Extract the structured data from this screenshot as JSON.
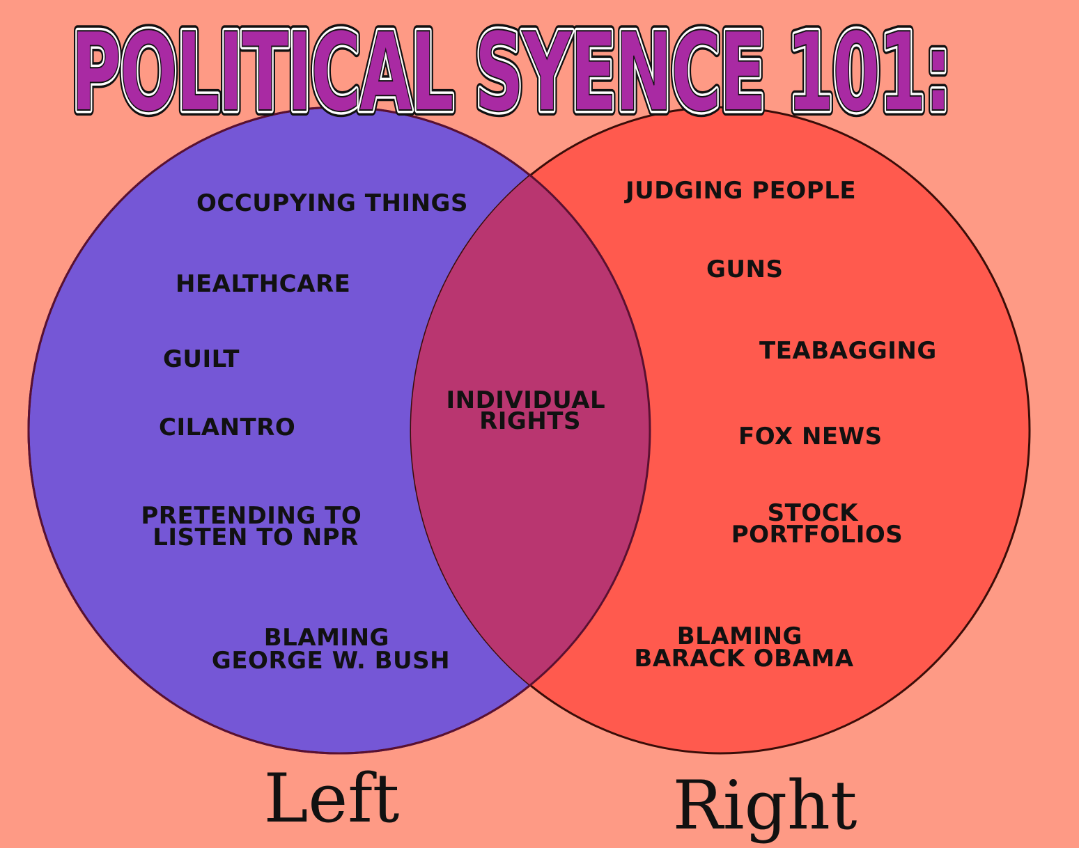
{
  "title": "Political Syence 101:",
  "colors": {
    "background": "#fe9a85",
    "left_circle": "#7557d6",
    "right_circle": "#ff5a4e",
    "intersection": "#b93670",
    "title_fill": "#a92aa3"
  },
  "sets": {
    "left": {
      "label": "Left",
      "items": [
        [
          "Occupying things"
        ],
        [
          "Healthcare"
        ],
        [
          "Guilt"
        ],
        [
          "Cilantro"
        ],
        [
          "Pretending to",
          "listen to NPR"
        ],
        [
          "Blaming",
          "George W. Bush"
        ]
      ]
    },
    "right": {
      "label": "Right",
      "items": [
        [
          "Judging people"
        ],
        [
          "Guns"
        ],
        [
          "Teabagging"
        ],
        [
          "Fox News"
        ],
        [
          "Stock",
          "portfolios"
        ],
        [
          "Blaming",
          "Barack Obama"
        ]
      ]
    },
    "intersection": {
      "items": [
        [
          "Individual",
          "rights"
        ]
      ]
    }
  }
}
